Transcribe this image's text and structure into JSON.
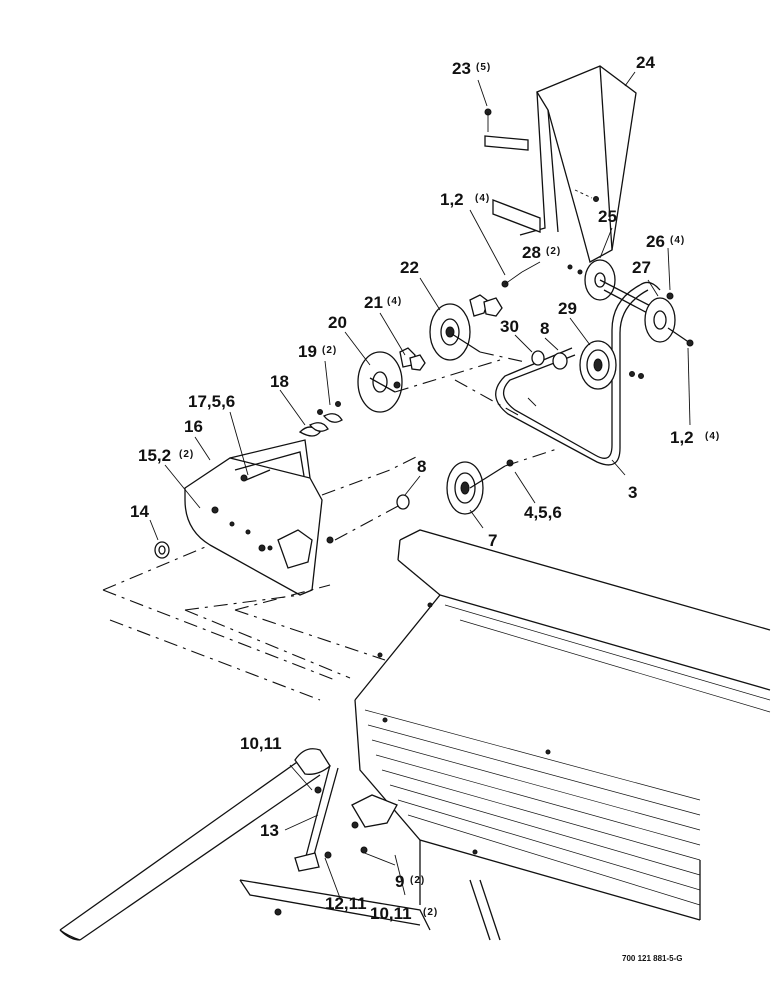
{
  "figure": {
    "part_number": "700 121 881-5-G",
    "callouts": [
      {
        "id": "c23",
        "label": "23",
        "qty": "(5)"
      },
      {
        "id": "c24",
        "label": "24",
        "qty": ""
      },
      {
        "id": "c1a",
        "label": "1,2",
        "qty": "(4)"
      },
      {
        "id": "c28",
        "label": "28",
        "qty": "(2)"
      },
      {
        "id": "c25",
        "label": "25",
        "qty": ""
      },
      {
        "id": "c26",
        "label": "26",
        "qty": "(4)"
      },
      {
        "id": "c27",
        "label": "27",
        "qty": ""
      },
      {
        "id": "c22",
        "label": "22",
        "qty": ""
      },
      {
        "id": "c29",
        "label": "29",
        "qty": ""
      },
      {
        "id": "c30",
        "label": "30",
        "qty": ""
      },
      {
        "id": "c8a",
        "label": "8",
        "qty": ""
      },
      {
        "id": "c21",
        "label": "21",
        "qty": "(4)"
      },
      {
        "id": "c20",
        "label": "20",
        "qty": ""
      },
      {
        "id": "c19",
        "label": "19",
        "qty": "(2)"
      },
      {
        "id": "c18",
        "label": "18",
        "qty": ""
      },
      {
        "id": "c17",
        "label": "17,5,6",
        "qty": ""
      },
      {
        "id": "c16",
        "label": "16",
        "qty": ""
      },
      {
        "id": "c15",
        "label": "15,2",
        "qty": "(2)"
      },
      {
        "id": "c14",
        "label": "14",
        "qty": ""
      },
      {
        "id": "c8b",
        "label": "8",
        "qty": ""
      },
      {
        "id": "c7",
        "label": "7",
        "qty": ""
      },
      {
        "id": "c4",
        "label": "4,5,6",
        "qty": ""
      },
      {
        "id": "c3",
        "label": "3",
        "qty": ""
      },
      {
        "id": "c1b",
        "label": "1,2",
        "qty": "(4)"
      },
      {
        "id": "c10a",
        "label": "10,11",
        "qty": ""
      },
      {
        "id": "c13",
        "label": "13",
        "qty": ""
      },
      {
        "id": "c12",
        "label": "12,11",
        "qty": ""
      },
      {
        "id": "c9",
        "label": "9",
        "qty": "(2)"
      },
      {
        "id": "c10b",
        "label": "10,11",
        "qty": "(2)"
      }
    ]
  }
}
